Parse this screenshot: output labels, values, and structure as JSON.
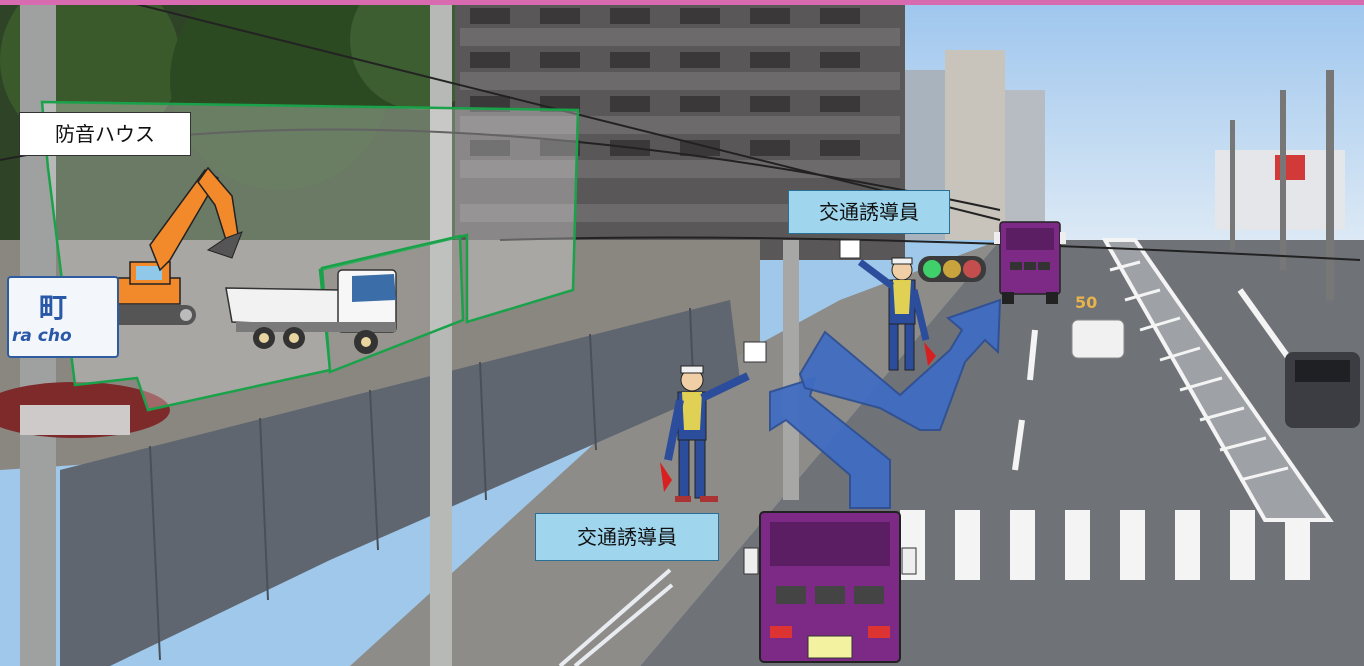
{
  "labels": {
    "sound_house": "防音ハウス",
    "traffic_guide_top": "交通誘導員",
    "traffic_guide_bottom": "交通誘導員"
  },
  "town_sign": {
    "kanji": "町",
    "roman": "ra cho"
  },
  "road_marking": "50",
  "colors": {
    "top_bar": "#d86ab0",
    "label_blue_bg": "#9fd6ee",
    "arrow": "#3f6cc3",
    "truck": "#7d2a86",
    "outline_green": "#1aa24a",
    "excavator": "#f28a2c"
  }
}
